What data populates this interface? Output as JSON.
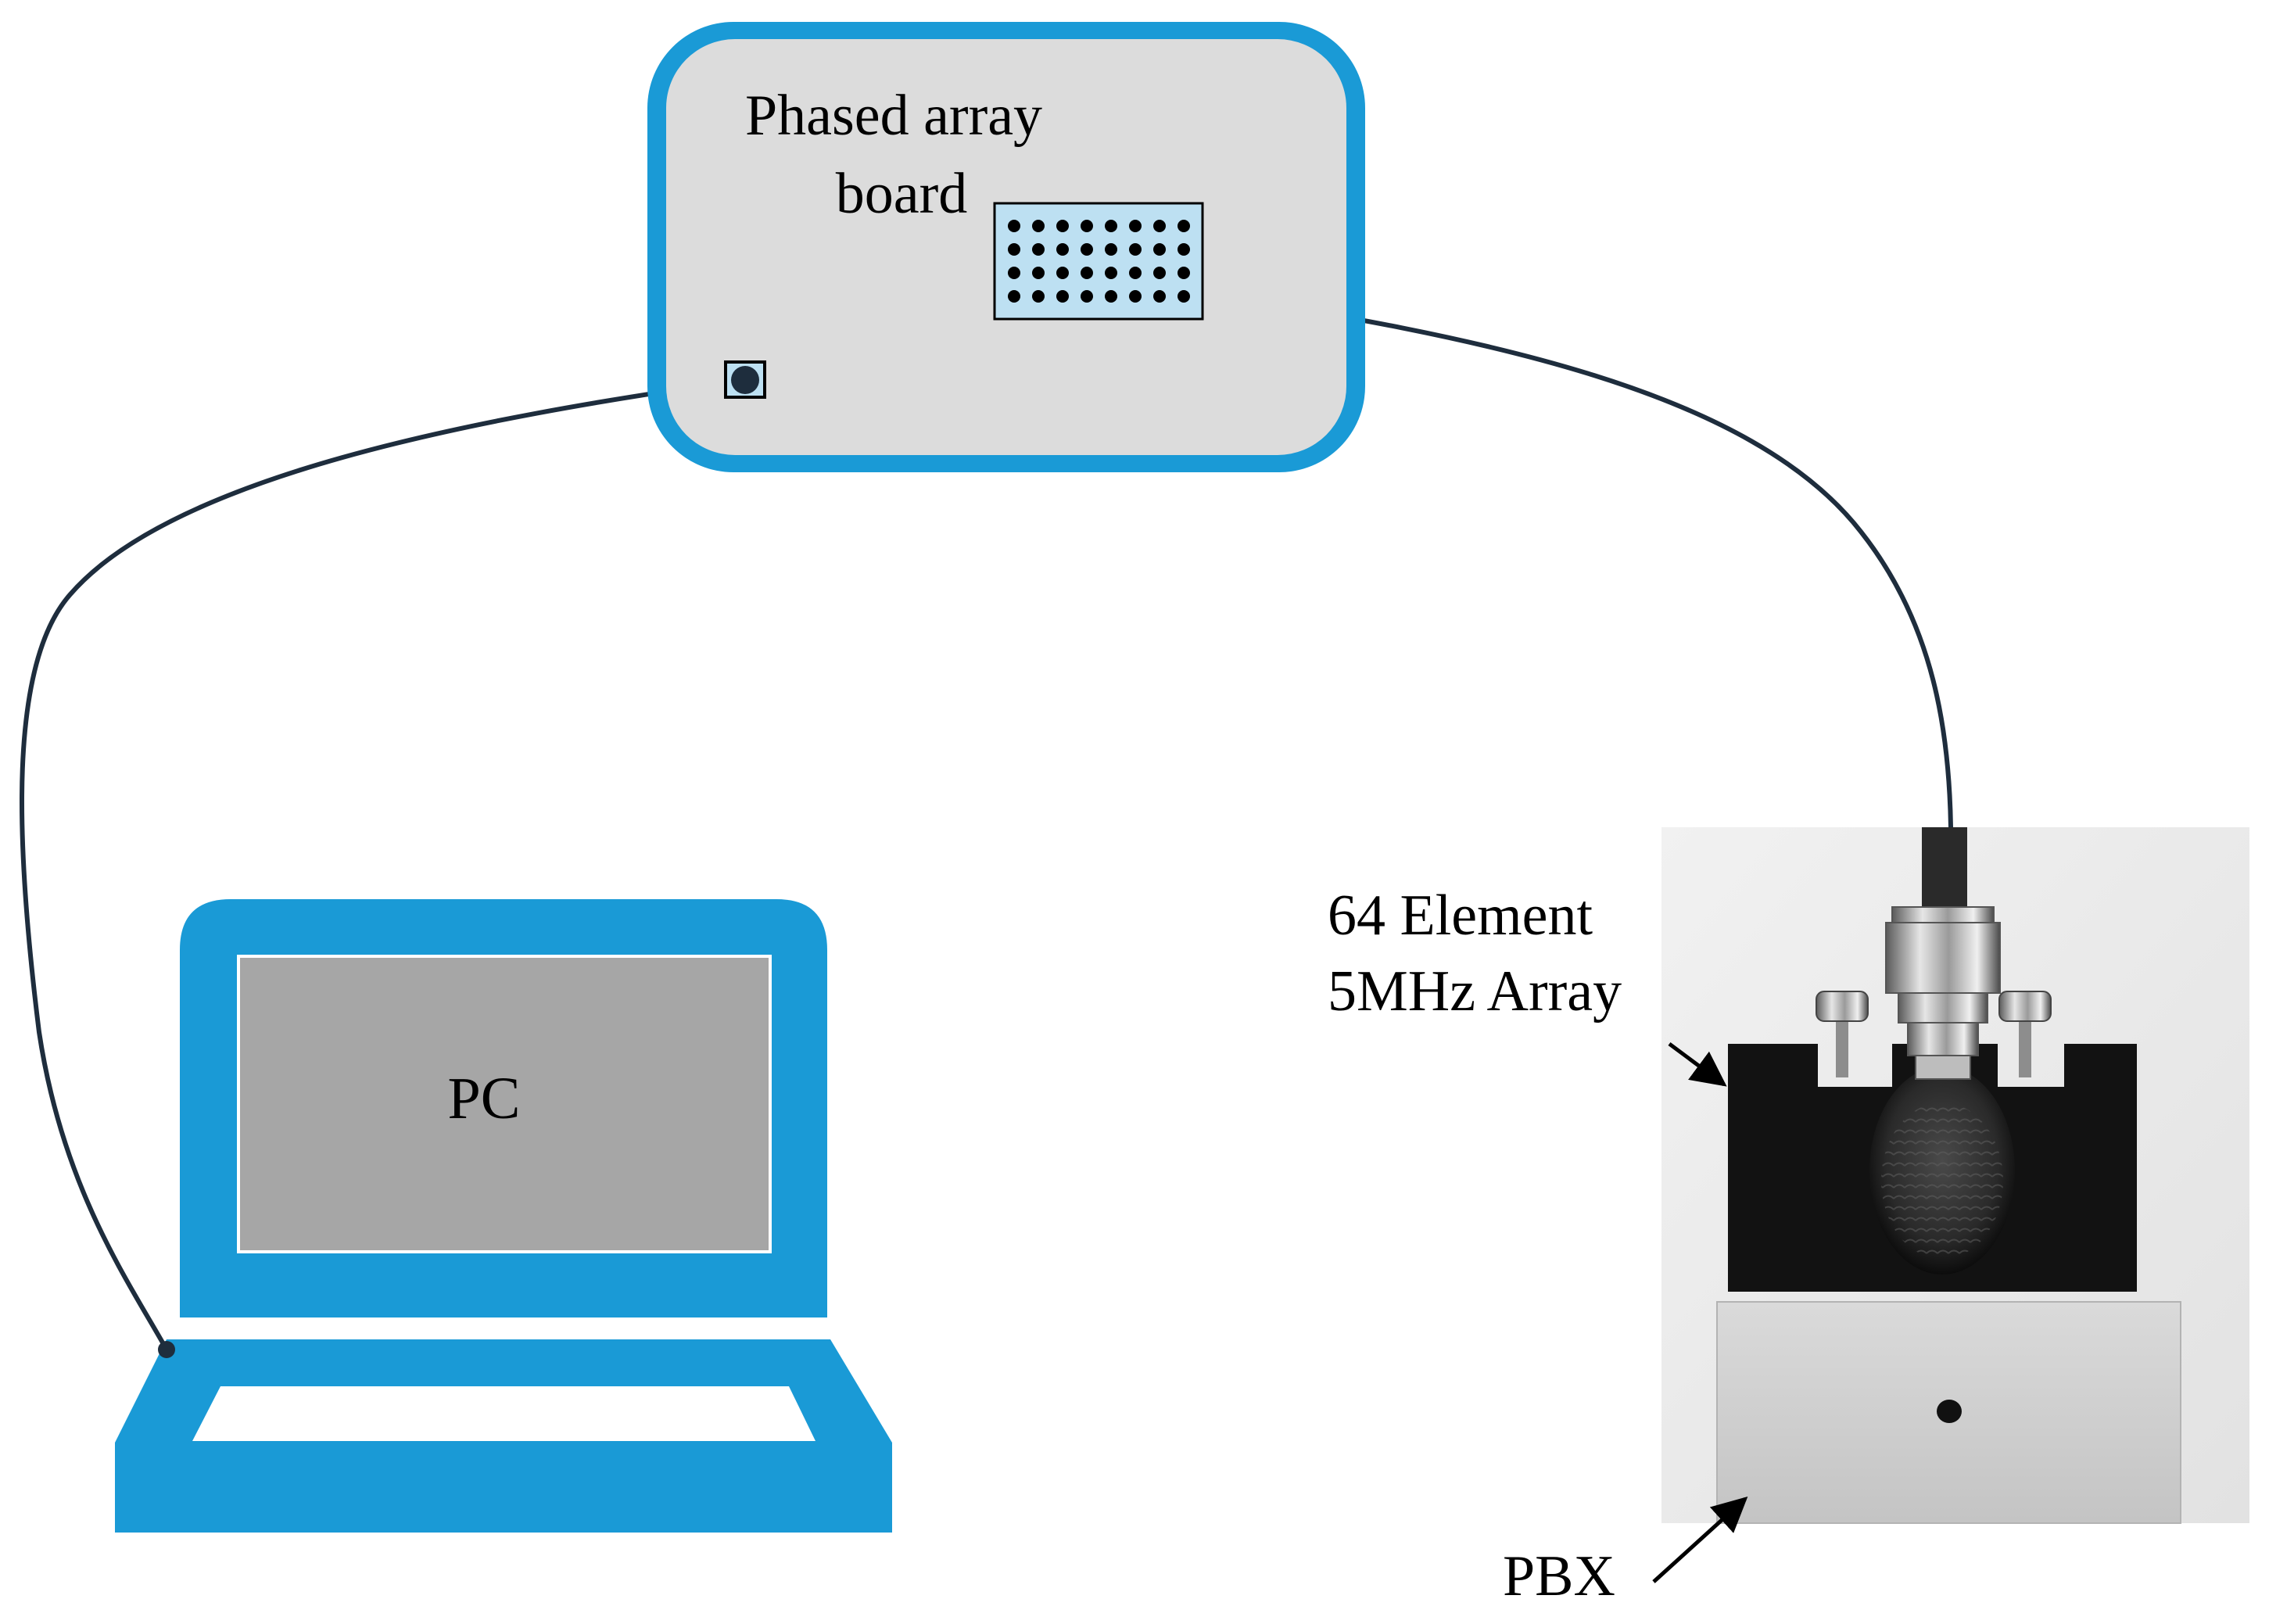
{
  "board": {
    "title_line1": "Phased array",
    "title_line2": "board"
  },
  "pc": {
    "label": "PC"
  },
  "array": {
    "label_line1": "64 Element",
    "label_line2": "5MHz Array"
  },
  "specimen": {
    "label": "PBX"
  },
  "colors": {
    "accent": "#1a9ad6",
    "board_fill": "#dcdcdc",
    "screen_fill": "#a6a6a6",
    "connector_fill": "#bde0f2",
    "cable": "#1e2d3d",
    "photo_background": "#ececec",
    "wedge": "#121212",
    "specimen_block": "#cfcfcf"
  },
  "icons": {
    "pc": "laptop-icon",
    "board_connector": "multipin-connector-icon",
    "board_port": "usb-port-icon"
  }
}
